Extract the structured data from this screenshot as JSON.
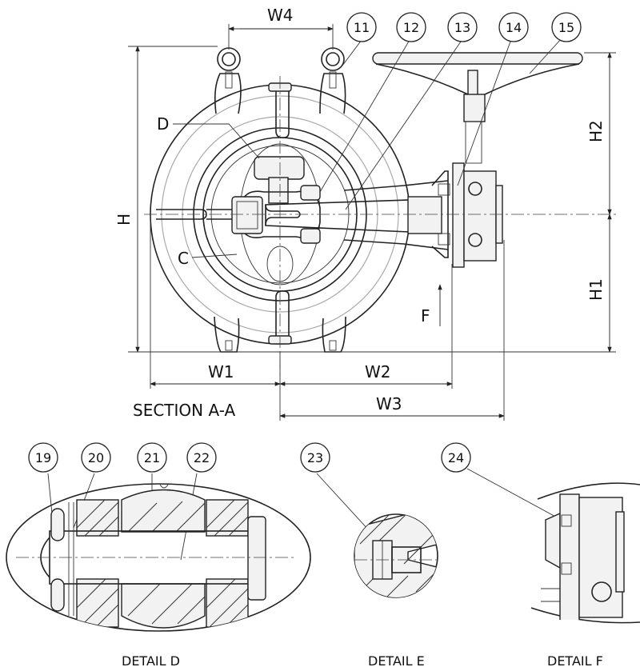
{
  "dimensions": {
    "w4": "W4",
    "w1": "W1",
    "w2": "W2",
    "w3": "W3",
    "h": "H",
    "h1": "H1",
    "h2": "H2"
  },
  "detail_markers": {
    "d": "D",
    "c": "C",
    "f": "F"
  },
  "section_title": "SECTION A-A",
  "balloons": [
    "11",
    "12",
    "13",
    "14",
    "15",
    "19",
    "20",
    "21",
    "22",
    "23",
    "24"
  ],
  "detail_captions": {
    "d": "DETAIL D",
    "e": "DETAIL E",
    "f": "DETAIL F"
  }
}
